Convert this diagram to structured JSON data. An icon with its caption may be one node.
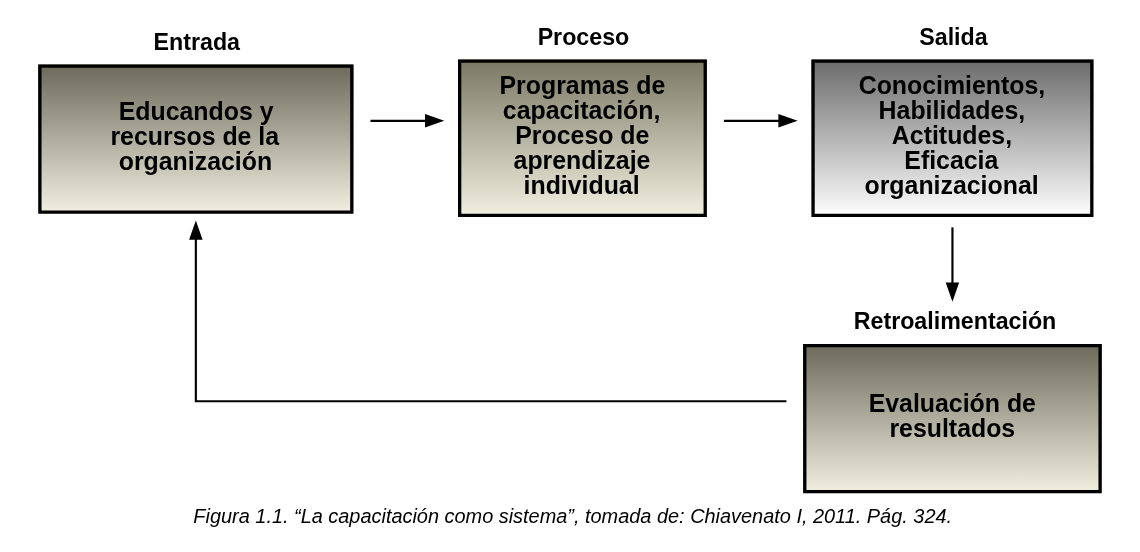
{
  "diagram": {
    "caption": "Figura 1.1. “La capacitación como sistema”, tomada de: Chiavenato I, 2011. Pág. 324.",
    "nodes": [
      {
        "text": [
          "Entrada",
          "Educandos y recursos de la organización"
        ]
      },
      {
        "text": [
          "Proceso",
          "Programas de capacitación, Proceso de aprendizaje individual"
        ]
      },
      {
        "text": [
          "Salida",
          "Conocimientos, Habilidades, Actitudes, Eficacia organizacional"
        ]
      },
      {
        "text": [
          "Retroalimentación",
          "Evaluación de resultados"
        ]
      }
    ],
    "edges": [
      {
        "from": 0,
        "to": 1,
        "arrow": "to"
      },
      {
        "from": 1,
        "to": 2,
        "arrow": "to"
      },
      {
        "from": 2,
        "to": 3,
        "arrow": "to"
      },
      {
        "from": 3,
        "to": 0,
        "arrow": "to"
      }
    ]
  }
}
